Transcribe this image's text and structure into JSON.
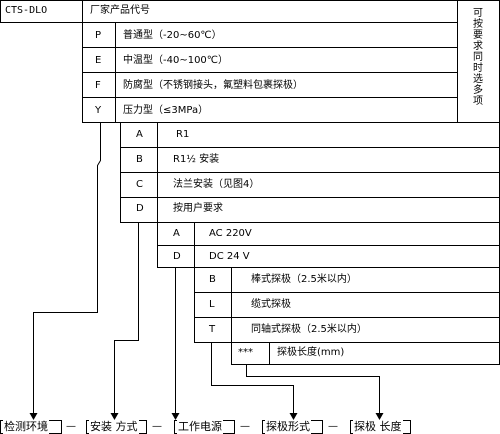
{
  "header": {
    "model": "CTS-DLO",
    "title": "厂家产品代号",
    "side_note": "可按要求同时选多项"
  },
  "level1": [
    {
      "code": "P",
      "desc": "普通型（-20~60℃）"
    },
    {
      "code": "E",
      "desc": "中温型（-40~100℃）"
    },
    {
      "code": "F",
      "desc": "防腐型（不锈钢接头，氟塑料包裹探极）"
    },
    {
      "code": "Y",
      "desc": "压力型（≤3MPa）"
    }
  ],
  "level2": [
    {
      "code": "A",
      "desc": "R1"
    },
    {
      "code": "B",
      "desc": "R1½ 安装"
    },
    {
      "code": "C",
      "desc": "法兰安装（见图4）"
    },
    {
      "code": "D",
      "desc": "按用户要求"
    }
  ],
  "level3": [
    {
      "code": "A",
      "desc": "AC 220V"
    },
    {
      "code": "D",
      "desc": "DC 24 V"
    }
  ],
  "level4": [
    {
      "code": "B",
      "desc": "棒式探极（2.5米以内）"
    },
    {
      "code": "L",
      "desc": "缆式探极"
    },
    {
      "code": "T",
      "desc": "同轴式探极（2.5米以内）"
    }
  ],
  "level5": {
    "code": "***",
    "desc": "探极长度(mm)"
  },
  "bottom_labels": [
    "检测环境",
    "安装 方式",
    "工作电源",
    "探极形式",
    "探极 长度"
  ],
  "separator": "—"
}
